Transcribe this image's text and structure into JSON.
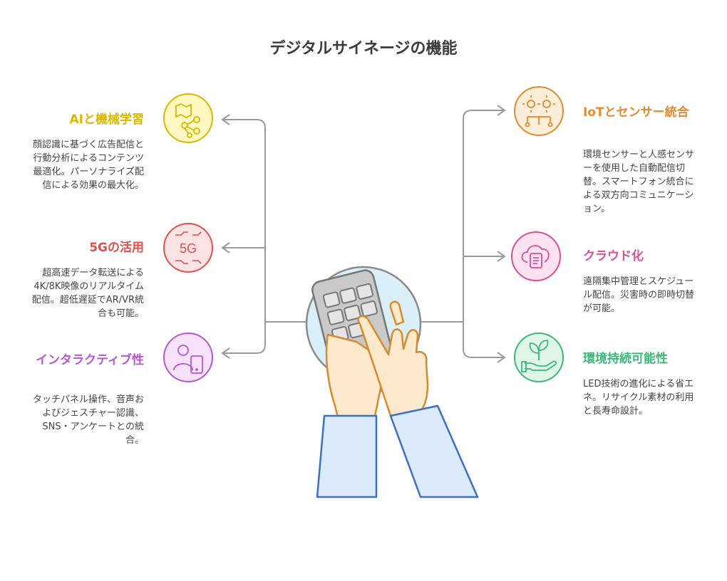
{
  "title": "デジタルサイネージの機能",
  "features": {
    "ai": {
      "heading": "AIと機械学習",
      "description": "顔認識に基づく広告配信と行動分析によるコンテンツ最適化。パーソナライズ配信による効果の最大化。",
      "color": "#d8b800",
      "icon": "map-network-icon"
    },
    "fiveg": {
      "heading": "5Gの活用",
      "description": "超高速データ転送による4K/8K映像のリアルタイム配信。超低遅延でAR/VR統合も可能。",
      "color": "#e0504e",
      "icon": "5g-signal-icon"
    },
    "interactive": {
      "heading": "インタラクティブ性",
      "description": "タッチパネル操作、音声およびジェスチャー認識、SNS・アンケートとの統合。",
      "color": "#b656d6",
      "icon": "person-tablet-icon"
    },
    "iot": {
      "heading": "IoTとセンサー統合",
      "description": "環境センサーと人感センサーを使用した自動配信切替。スマートフォン統合による双方向コミュニケーション。",
      "color": "#e58a2f",
      "icon": "gears-circuit-icon"
    },
    "cloud": {
      "heading": "クラウド化",
      "description": "遠隔集中管理とスケジュール配信。災害時の即時切替が可能。",
      "color": "#dd4f97",
      "icon": "cloud-document-icon"
    },
    "eco": {
      "heading": "環境持続可能性",
      "description": "LED技術の進化による省エネ。リサイクル素材の利用と長寿命設計。",
      "color": "#3bb877",
      "icon": "hand-plant-icon"
    }
  }
}
